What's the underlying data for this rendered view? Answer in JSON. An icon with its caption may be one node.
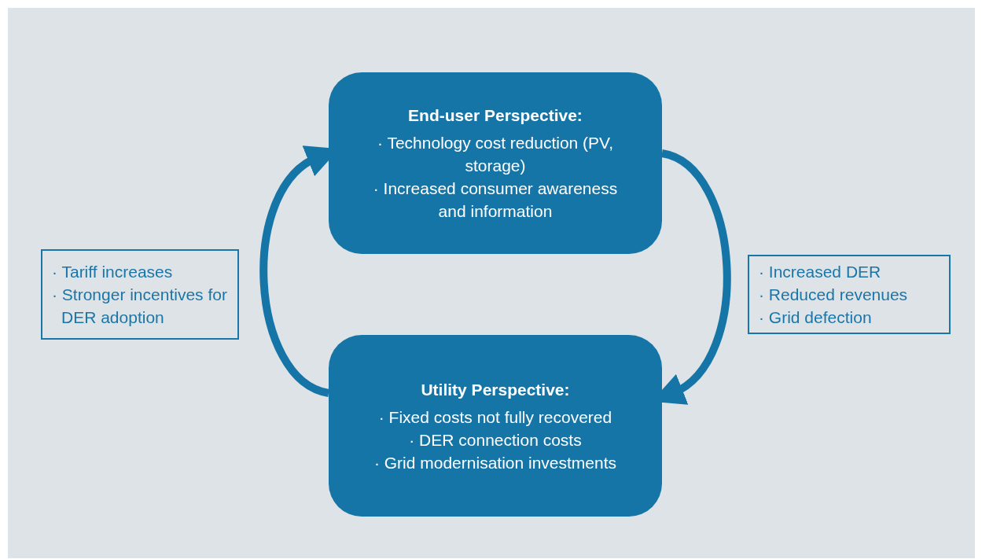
{
  "diagram": {
    "nodes": [
      {
        "text": [
          "End-user Perspective:",
          "· Technology cost reduction (PV, storage)",
          "· Increased consumer awareness and information"
        ]
      },
      {
        "text": [
          "Utility Perspective:",
          "· Fixed costs not fully recovered",
          "· DER connection costs",
          "· Grid modernisation investments"
        ]
      },
      {
        "text": [
          "· Tariff increases",
          "· Stronger incentives for DER adoption"
        ]
      },
      {
        "text": [
          "· Increased DER",
          "· Reduced revenues",
          "· Grid defection"
        ]
      }
    ],
    "edges": [
      {
        "from": 0,
        "to": 1,
        "arrow": "to"
      },
      {
        "from": 1,
        "to": 0,
        "arrow": "to"
      }
    ]
  }
}
